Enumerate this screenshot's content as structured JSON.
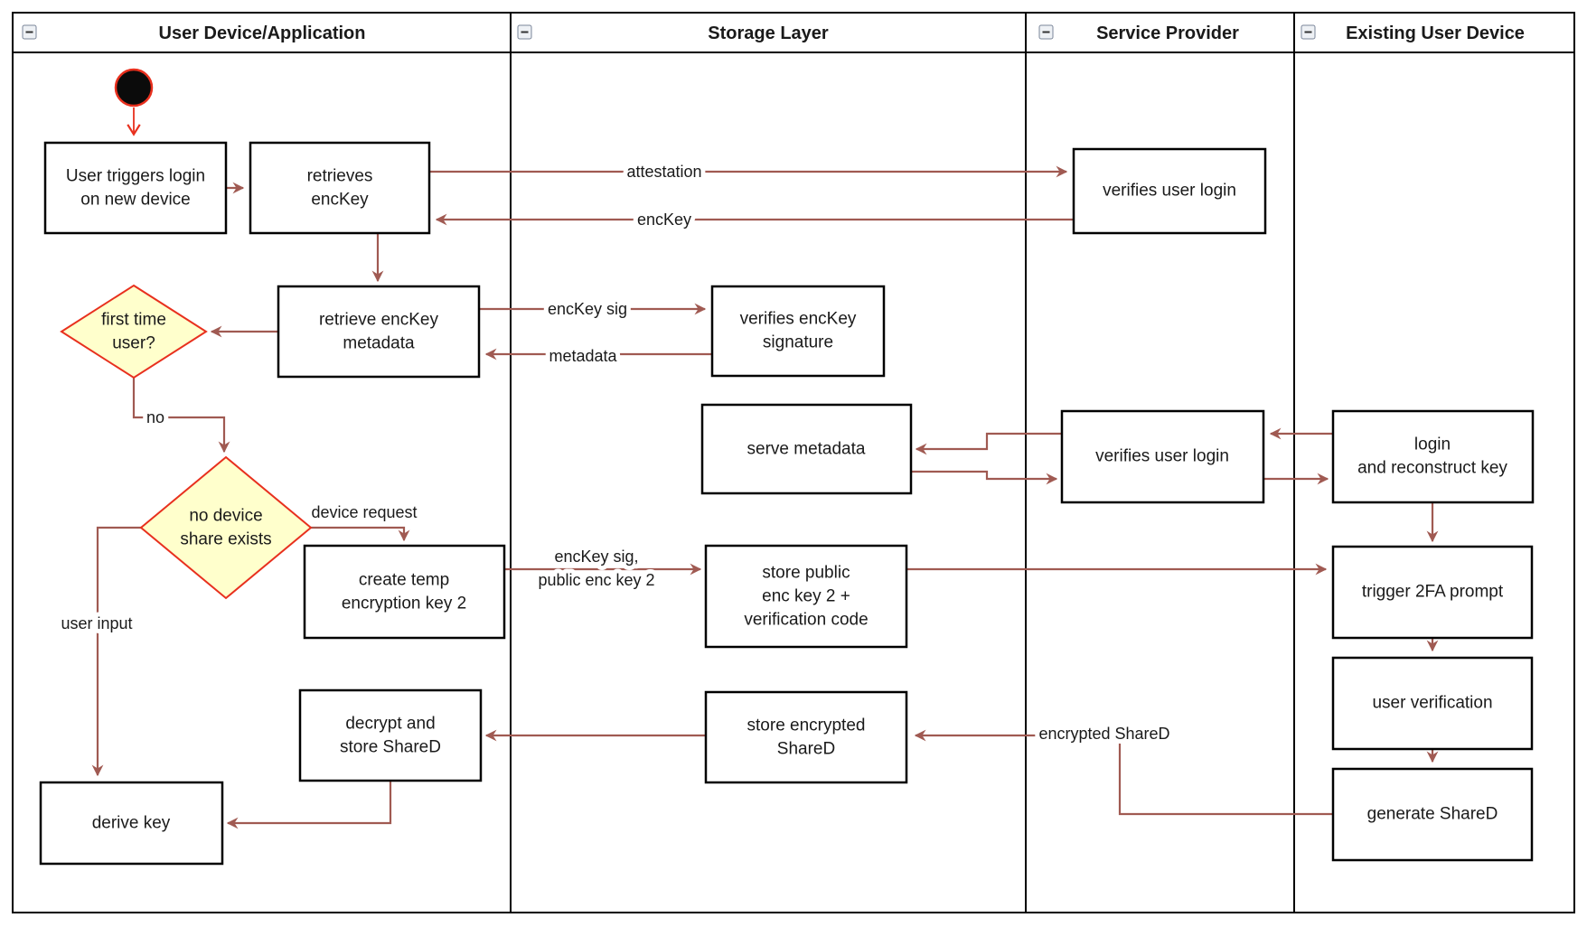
{
  "colors": {
    "arrow": "#a05a52",
    "accent_red": "#e8301e",
    "decision_fill": "#ffffcc",
    "decision_border": "#e8301e",
    "box_border": "#000000",
    "lane_border": "#000000"
  },
  "lanes": [
    {
      "title": "User Device/Application",
      "collapse_icon": "minus"
    },
    {
      "title": "Storage Layer",
      "collapse_icon": "minus"
    },
    {
      "title": "Service Provider",
      "collapse_icon": "minus"
    },
    {
      "title": "Existing User Device",
      "collapse_icon": "minus"
    }
  ],
  "nodes": {
    "start": {
      "type": "initial-node"
    },
    "user_triggers": {
      "lines": [
        "User triggers login",
        "on new device"
      ]
    },
    "retrieves_enckey": {
      "lines": [
        "retrieves",
        "encKey"
      ]
    },
    "retrieve_metadata": {
      "lines": [
        "retrieve encKey",
        "metadata"
      ]
    },
    "first_time_user": {
      "lines": [
        "first time",
        "user?"
      ]
    },
    "no_device_share": {
      "lines": [
        "no device",
        "share exists"
      ]
    },
    "create_temp_key": {
      "lines": [
        "create temp",
        "encryption key 2"
      ]
    },
    "decrypt_store_shared": {
      "lines": [
        "decrypt and",
        "store ShareD"
      ]
    },
    "derive_key": {
      "lines": [
        "derive key"
      ]
    },
    "verifies_sig": {
      "lines": [
        "verifies encKey",
        "signature"
      ]
    },
    "serve_metadata": {
      "lines": [
        "serve metadata"
      ]
    },
    "store_public_key": {
      "lines": [
        "store public",
        "enc key 2 +",
        "verification code"
      ]
    },
    "store_encrypted_shared": {
      "lines": [
        "store encrypted",
        "ShareD"
      ]
    },
    "verifies_login_top": {
      "lines": [
        "verifies user login"
      ]
    },
    "verifies_login_mid": {
      "lines": [
        "verifies user login"
      ]
    },
    "login_reconstruct": {
      "lines": [
        "login",
        "and reconstruct key"
      ]
    },
    "trigger_2fa": {
      "lines": [
        "trigger 2FA prompt"
      ]
    },
    "user_verification": {
      "lines": [
        "user verification"
      ]
    },
    "generate_shared": {
      "lines": [
        "generate ShareD"
      ]
    }
  },
  "edges": {
    "attestation": {
      "label": "attestation"
    },
    "enckey_return": {
      "label": "encKey"
    },
    "enckey_sig": {
      "label": "encKey sig"
    },
    "metadata_return": {
      "label": "metadata"
    },
    "no_branch": {
      "label": "no"
    },
    "device_request": {
      "label": "device request"
    },
    "user_input": {
      "label": "user input"
    },
    "enckey_sig_public": {
      "lines": [
        "encKey sig,",
        "public enc key 2"
      ]
    },
    "encrypted_shared": {
      "label": "encrypted ShareD"
    }
  }
}
